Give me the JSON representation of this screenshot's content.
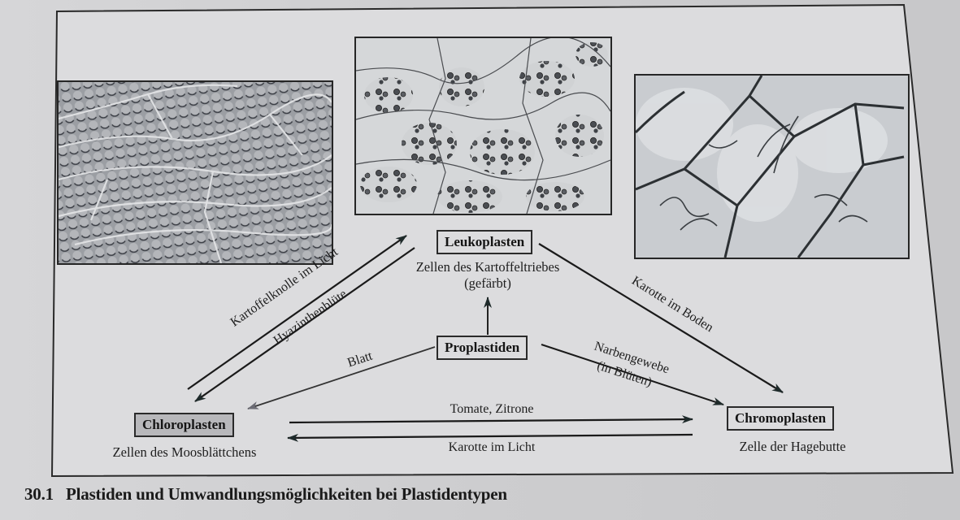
{
  "figure": {
    "number": "30.1",
    "caption": "Plastiden und Umwandlungsmöglichkeiten bei Plastidentypen"
  },
  "nodes": {
    "leukoplasten": {
      "label": "Leukoplasten",
      "subtitle_line1": "Zellen des Kartoffeltriebes",
      "subtitle_line2": "(gefärbt)"
    },
    "proplastiden": {
      "label": "Proplastiden"
    },
    "chloroplasten": {
      "label": "Chloroplasten",
      "subtitle": "Zellen des Moosblättchens"
    },
    "chromoplasten": {
      "label": "Chromoplasten",
      "subtitle": "Zelle der Hagebutte"
    }
  },
  "edges": [
    {
      "from": "chloroplasten",
      "to": "leukoplasten",
      "label": "Kartoffelknolle im Licht"
    },
    {
      "from": "leukoplasten",
      "to": "chloroplasten",
      "label": "Hyazinthenblüte"
    },
    {
      "from": "proplastiden",
      "to": "chloroplasten",
      "label": "Blatt"
    },
    {
      "from": "proplastiden",
      "to": "leukoplasten",
      "label": ""
    },
    {
      "from": "proplastiden",
      "to": "chromoplasten",
      "label_line1": "Narbengewebe",
      "label_line2": "(in Blüten)"
    },
    {
      "from": "leukoplasten",
      "to": "chromoplasten",
      "label": "Karotte im Boden"
    },
    {
      "from": "chloroplasten",
      "to": "chromoplasten",
      "label": "Tomate, Zitrone"
    },
    {
      "from": "chromoplasten",
      "to": "chloroplasten",
      "label": "Karotte im Licht"
    }
  ],
  "images": [
    {
      "position": "left",
      "depicts": "chloroplasts in moss leaf cells"
    },
    {
      "position": "center",
      "depicts": "stained leucoplasts in potato shoot cells"
    },
    {
      "position": "right",
      "depicts": "chromoplasts in rose hip cell"
    }
  ],
  "colors": {
    "paper": "#d0d0d2",
    "ink": "#1b1b1d",
    "box_fill": "#b8b8bb"
  }
}
